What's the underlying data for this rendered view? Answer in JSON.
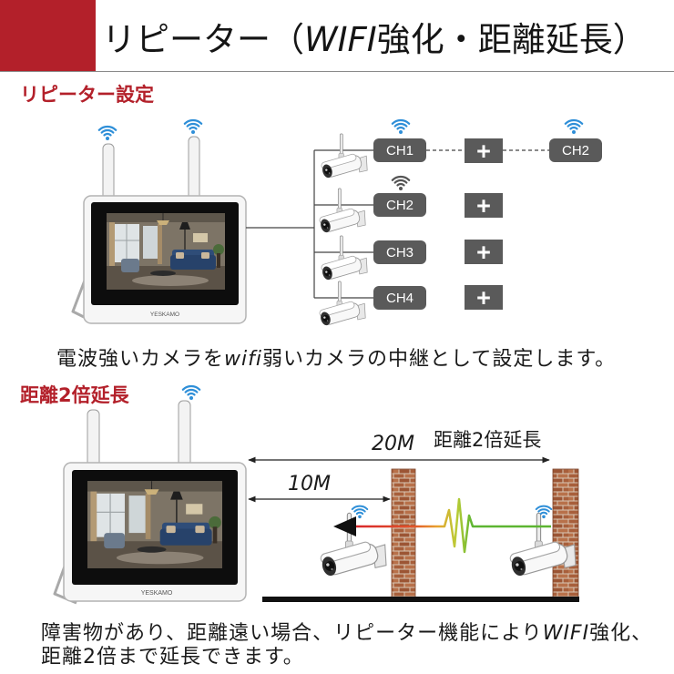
{
  "header": {
    "title_pre": "リピーター（",
    "title_italic": "WIFI",
    "title_post": "強化・距離延長）"
  },
  "repeater_setup": {
    "heading": "リピーター設定",
    "channels": [
      "CH1",
      "CH2",
      "CH3",
      "CH4"
    ],
    "relay_channel": "CH2",
    "plus_label": "+",
    "caption_pre": "電波強いカメラを",
    "caption_italic": "wifi",
    "caption_post": "弱いカメラの中継として設定します。"
  },
  "distance_extension": {
    "heading": "距離2倍延長",
    "long_distance": "20M",
    "long_distance_label": "距離2倍延長",
    "short_distance": "10M",
    "caption_line1_pre": "障害物があり、距離遠い場合、リピーター機能により",
    "caption_line1_italic": "WIFI",
    "caption_line1_post": "強化、",
    "caption_line2": "距離2倍まで延長できます。"
  },
  "monitor": {
    "brand": "YESKAMO"
  },
  "colors": {
    "accent_red": "#b3202a",
    "channel_box_gray": "#5a5a5a",
    "wifi_blue": "#2f8fd8",
    "signal_red": "#d8262b",
    "signal_green": "#5cb531",
    "brick": "#a85f3b"
  },
  "icons": {
    "wifi": "wifi-icon",
    "camera": "camera-icon",
    "monitor": "nvr-monitor-icon",
    "wall": "brick-wall-icon"
  }
}
